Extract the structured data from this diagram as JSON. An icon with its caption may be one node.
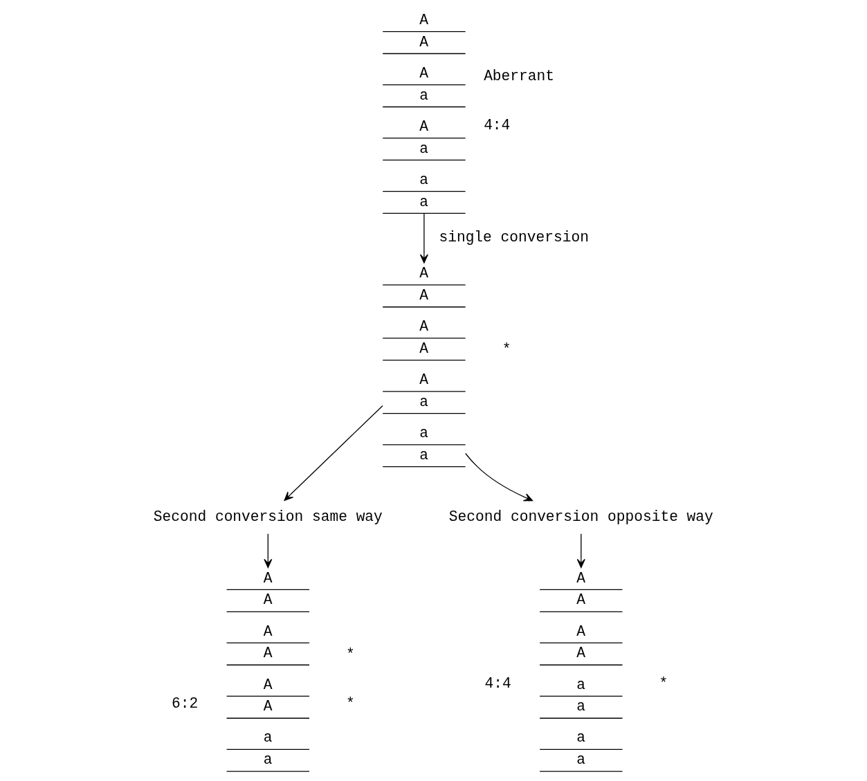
{
  "diagram": {
    "nodes": [
      {
        "text": [
          "A",
          "A",
          "A",
          "a",
          "A",
          "a",
          "a",
          "a"
        ],
        "beside": [
          "Aberrant",
          "4:4"
        ]
      },
      {
        "text": [
          "A",
          "A",
          "A",
          "A",
          "A",
          "a",
          "a",
          "a"
        ],
        "beside": [
          "*"
        ]
      },
      {
        "text": [
          "A",
          "A",
          "A",
          "A",
          "A",
          "A",
          "a",
          "a"
        ],
        "beside": [
          "6:2",
          "*",
          "*"
        ]
      },
      {
        "text": [
          "A",
          "A",
          "A",
          "A",
          "a",
          "a",
          "a",
          "a"
        ],
        "beside": [
          "4:4",
          "*"
        ]
      },
      {
        "text": [
          "Second conversion same way"
        ]
      },
      {
        "text": [
          "Second conversion opposite way"
        ]
      }
    ],
    "edges": [
      {
        "from": 0,
        "to": 1,
        "arrow": "to",
        "label": "single conversion"
      },
      {
        "from": 1,
        "to": 4,
        "arrow": "to"
      },
      {
        "from": 4,
        "to": 2,
        "arrow": "to"
      },
      {
        "from": 1,
        "to": 5,
        "arrow": "to"
      },
      {
        "from": 5,
        "to": 3,
        "arrow": "to"
      }
    ]
  }
}
